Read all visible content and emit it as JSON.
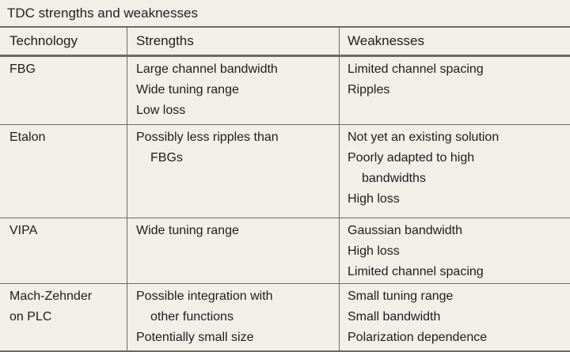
{
  "caption": "TDC strengths and weaknesses",
  "headers": {
    "technology": "Technology",
    "strengths": "Strengths",
    "weaknesses": "Weaknesses"
  },
  "rows": [
    {
      "technology": [
        "FBG"
      ],
      "strengths": [
        "Large channel bandwidth",
        "Wide tuning range",
        "Low loss"
      ],
      "weaknesses": [
        "Limited channel spacing",
        "Ripples"
      ]
    },
    {
      "technology": [
        "Etalon"
      ],
      "strengths": [
        "Possibly less ripples than",
        "FBGs"
      ],
      "weaknesses": [
        "Not yet an existing solution",
        "Poorly adapted to high",
        "bandwidths",
        "High loss"
      ]
    },
    {
      "technology": [
        "VIPA"
      ],
      "strengths": [
        "Wide tuning range"
      ],
      "weaknesses": [
        "Gaussian bandwidth",
        "High loss",
        "Limited channel spacing"
      ]
    },
    {
      "technology": [
        "Mach-Zehnder",
        "on PLC"
      ],
      "strengths": [
        "Possible integration with",
        "other functions",
        "Potentially small size"
      ],
      "weaknesses": [
        "Small tuning range",
        "Small bandwidth",
        "Polarization dependence"
      ]
    }
  ]
}
